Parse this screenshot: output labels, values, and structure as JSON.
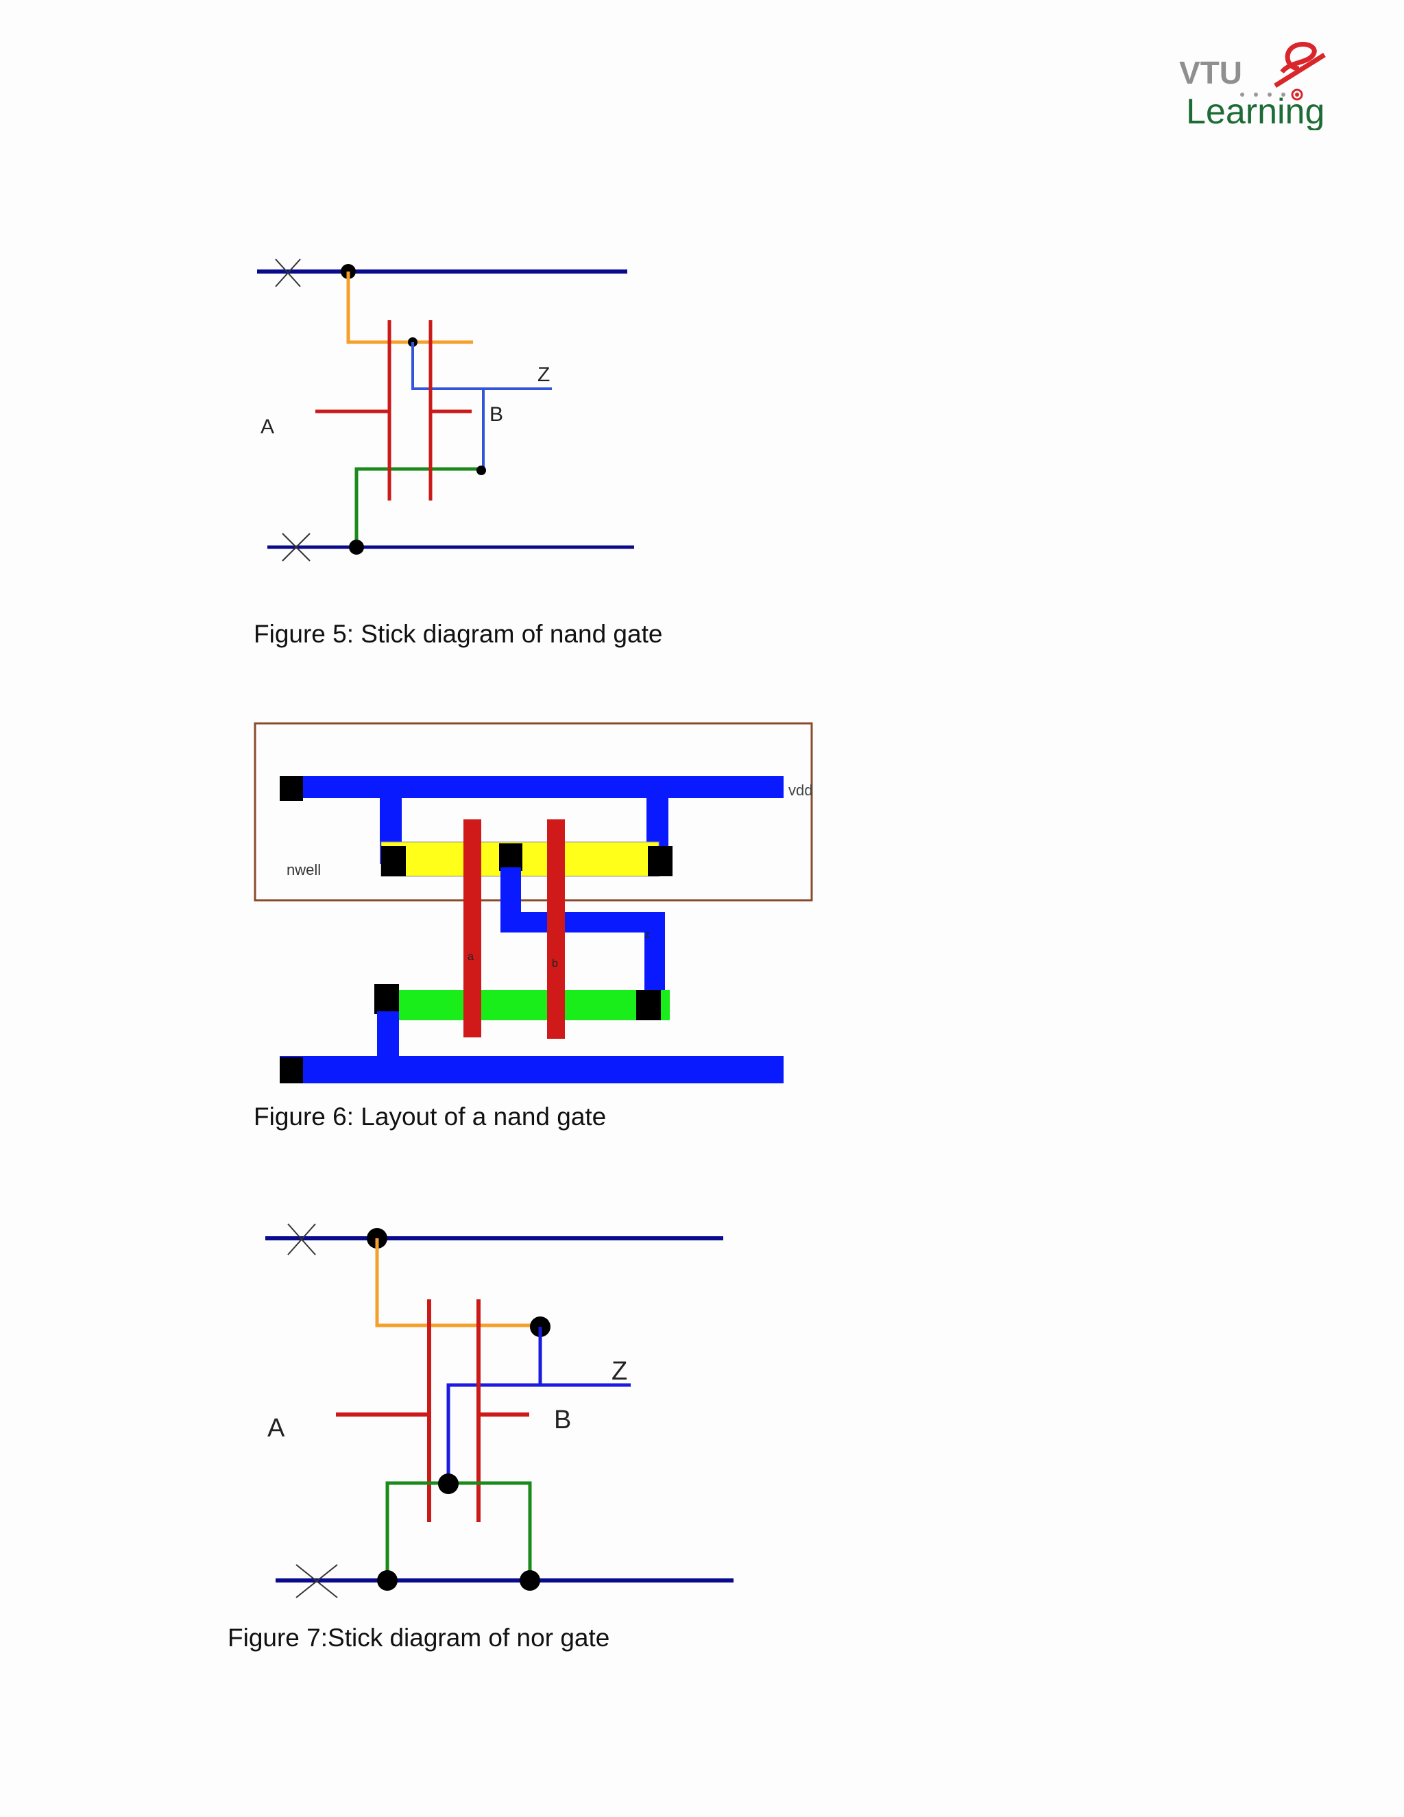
{
  "logo": {
    "line1": "VTU",
    "line2": "Learning",
    "accent": "#d9262b",
    "green": "#1d6b35"
  },
  "fig5": {
    "caption": "Figure 5: Stick diagram of nand gate",
    "label_a": "A",
    "label_b": "B",
    "label_z": "Z"
  },
  "fig6": {
    "caption": "Figure 6: Layout of a nand gate",
    "label_vdd": "vdd",
    "label_nwell": "nwell",
    "label_a": "a",
    "label_b": "b",
    "label_z": "z"
  },
  "fig7": {
    "caption": "Figure 7:Stick diagram of nor gate",
    "label_a": "A",
    "label_b": "B",
    "label_z": "Z"
  },
  "colors": {
    "rail": "#0a0a8c",
    "poly": "#cc1a1a",
    "pdiff": "#f5a02a",
    "ndiff": "#1a8a1a",
    "metal": "#3355dd",
    "layout_blue": "#0a1aff",
    "layout_yellow": "#ffff1a",
    "layout_green": "#1aee1a",
    "layout_red": "#d01a1a",
    "nwell": "#8a4a2a"
  }
}
